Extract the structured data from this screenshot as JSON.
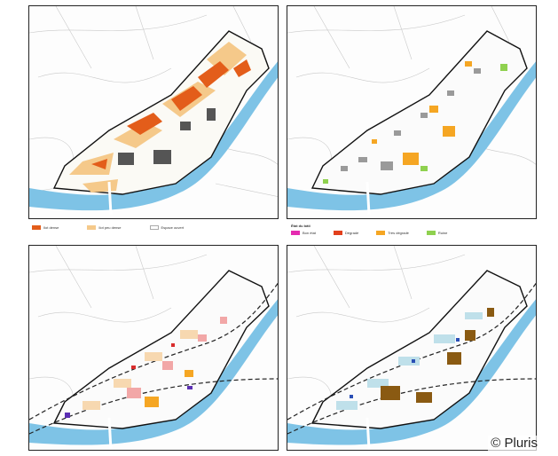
{
  "legend_top_left": {
    "items": [
      {
        "label": "Ilot dense",
        "color": "#e35d1a"
      },
      {
        "label": "Ilot peu dense",
        "color": "#f5c98a"
      },
      {
        "label": "Espace ouvert",
        "color": "#ffffff"
      }
    ]
  },
  "legend_top_right": {
    "title": "État du bâti",
    "items": [
      {
        "label": "Bon état",
        "color": "#e52bb0"
      },
      {
        "label": "Dégradé",
        "color": "#e2401c"
      },
      {
        "label": "Très dégradé",
        "color": "#f5a623"
      },
      {
        "label": "Ruine",
        "color": "#8fd14f"
      }
    ]
  },
  "copyright": "© Pluris",
  "colors": {
    "river": "#7ec3e6",
    "boundary": "#111111",
    "rail": "#222222"
  }
}
